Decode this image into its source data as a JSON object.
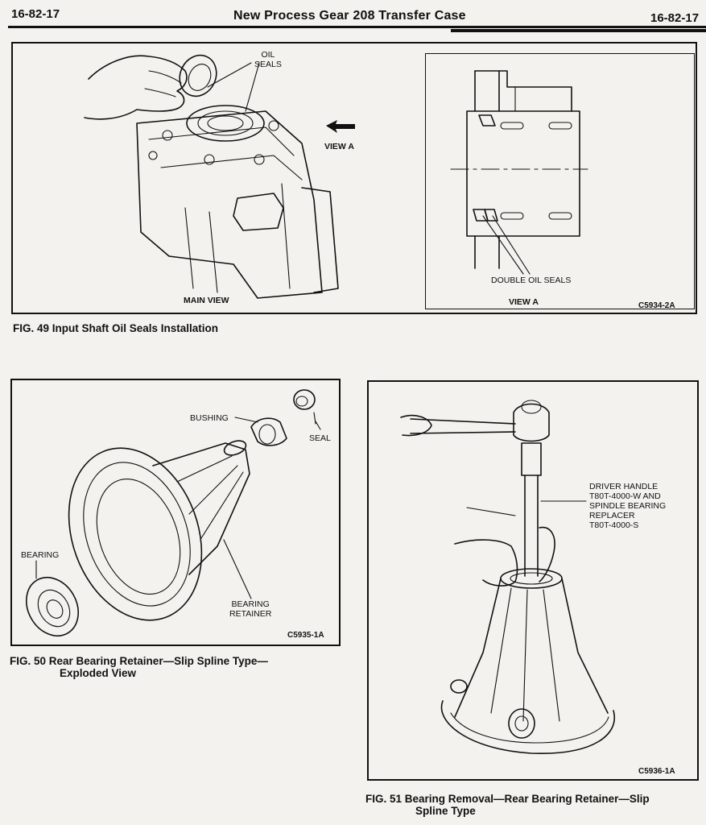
{
  "header": {
    "page_left": "16-82-17",
    "title": "New Process Gear 208 Transfer Case",
    "page_right": "16-82-17"
  },
  "fig49": {
    "labels": {
      "oil_seals": [
        "OIL",
        "SEALS"
      ],
      "view_a_arrow": "VIEW A",
      "main_view": "MAIN VIEW",
      "double_oil_seals": "DOUBLE OIL SEALS",
      "view_a": "VIEW A",
      "code": "C5934-2A"
    },
    "caption": "FIG. 49 Input Shaft Oil Seals Installation"
  },
  "fig50": {
    "labels": {
      "bushing": "BUSHING",
      "seal": "SEAL",
      "bearing": "BEARING",
      "bearing_retainer": [
        "BEARING",
        "RETAINER"
      ],
      "code": "C5935-1A"
    },
    "caption": [
      "FIG. 50 Rear Bearing Retainer—Slip Spline Type—",
      "Exploded View"
    ]
  },
  "fig51": {
    "labels": {
      "driver_handle": [
        "DRIVER HANDLE",
        "T80T-4000-W AND",
        "SPINDLE BEARING",
        "REPLACER",
        "T80T-4000-S"
      ],
      "code": "C5936-1A"
    },
    "caption": [
      "FIG. 51 Bearing Removal—Rear Bearing Retainer—Slip",
      "Spline Type"
    ]
  }
}
